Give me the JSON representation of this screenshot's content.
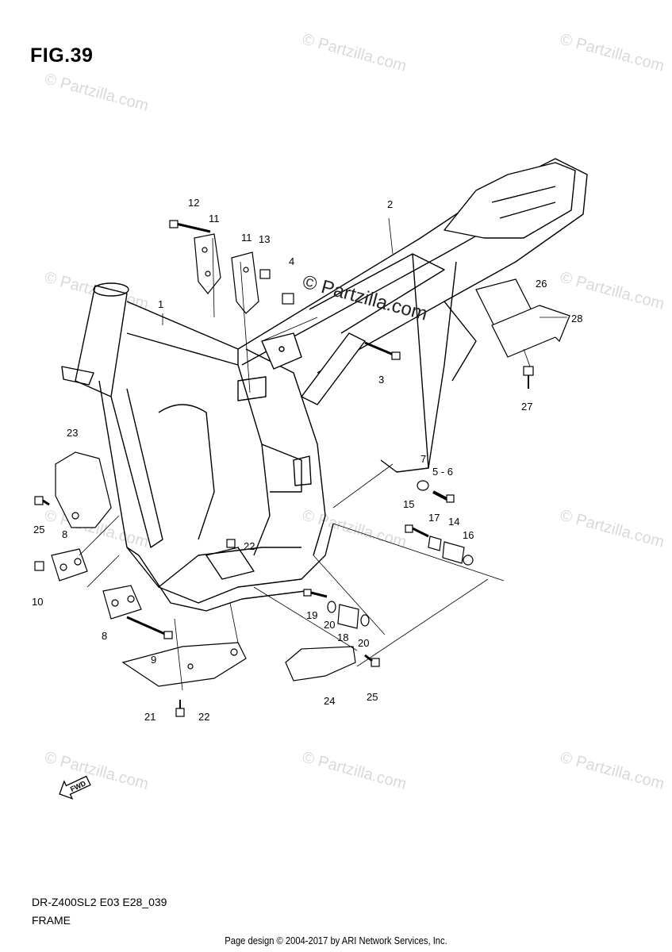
{
  "figure": {
    "title": "FIG.39",
    "model_code": "DR-Z400SL2 E03 E28_039",
    "section_name": "FRAME",
    "footer": "Page design © 2004-2017 by ARI Network Services, Inc.",
    "watermark_center": "© Partzilla.com",
    "watermark_small": "© Partzilla.com",
    "fwd_label": "FWD"
  },
  "callouts": [
    {
      "id": "c1",
      "label": "1"
    },
    {
      "id": "c2",
      "label": "2"
    },
    {
      "id": "c3",
      "label": "3"
    },
    {
      "id": "c4",
      "label": "4"
    },
    {
      "id": "c5",
      "label": "5 - 6"
    },
    {
      "id": "c7",
      "label": "7"
    },
    {
      "id": "c8a",
      "label": "8"
    },
    {
      "id": "c8b",
      "label": "8"
    },
    {
      "id": "c9",
      "label": "9"
    },
    {
      "id": "c10",
      "label": "10"
    },
    {
      "id": "c11a",
      "label": "11"
    },
    {
      "id": "c11b",
      "label": "11"
    },
    {
      "id": "c12",
      "label": "12"
    },
    {
      "id": "c13",
      "label": "13"
    },
    {
      "id": "c14",
      "label": "14"
    },
    {
      "id": "c15",
      "label": "15"
    },
    {
      "id": "c16",
      "label": "16"
    },
    {
      "id": "c17",
      "label": "17"
    },
    {
      "id": "c18",
      "label": "18"
    },
    {
      "id": "c19",
      "label": "19"
    },
    {
      "id": "c20a",
      "label": "20"
    },
    {
      "id": "c20b",
      "label": "20"
    },
    {
      "id": "c21",
      "label": "21"
    },
    {
      "id": "c22a",
      "label": "22"
    },
    {
      "id": "c22b",
      "label": "22"
    },
    {
      "id": "c23",
      "label": "23"
    },
    {
      "id": "c24",
      "label": "24"
    },
    {
      "id": "c25a",
      "label": "25"
    },
    {
      "id": "c25b",
      "label": "25"
    },
    {
      "id": "c26",
      "label": "26"
    },
    {
      "id": "c27",
      "label": "27"
    },
    {
      "id": "c28",
      "label": "28"
    }
  ]
}
